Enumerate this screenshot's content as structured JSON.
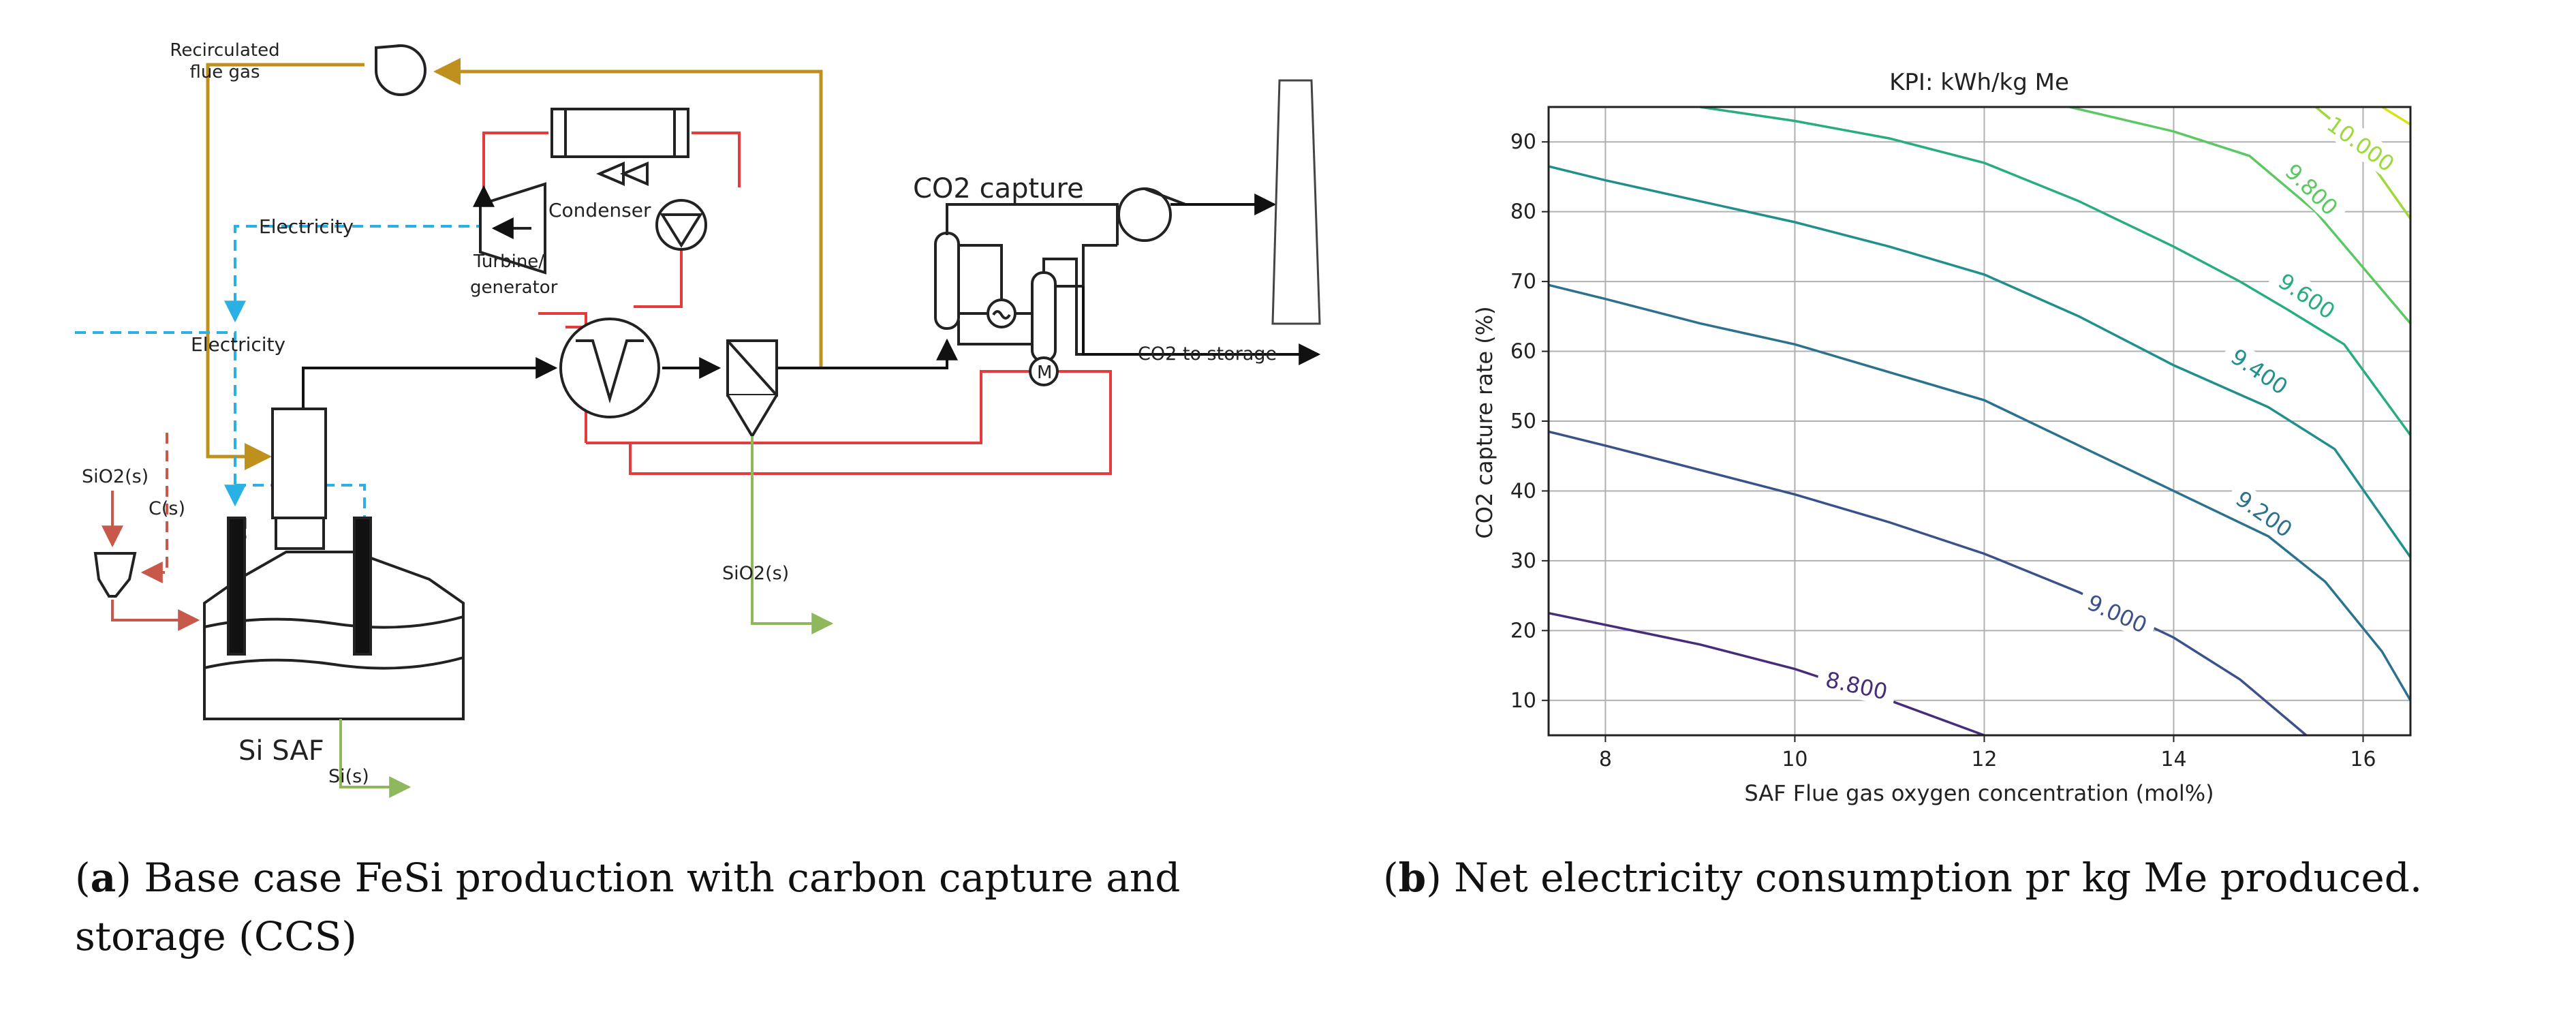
{
  "panel_a": {
    "labels": {
      "recirculated_flue_gas_line1": "Recirculated",
      "recirculated_flue_gas_line2": "flue gas",
      "electricity_top": "Electricity",
      "electricity_mid": "Electricity",
      "condenser": "Condenser",
      "turbine_line1": "Turbine/",
      "turbine_line2": "generator",
      "co2_capture": "CO2 capture",
      "co2_to_storage": "CO2 to storage",
      "sio2_feed": "SiO2(s)",
      "carbon_feed": "C(s)",
      "sio2_out": "SiO2(s)",
      "si_saf": "Si SAF",
      "si_out": "Si(s)"
    },
    "caption_letter": "a",
    "caption_text": "Base case FeSi production with carbon capture and storage (CCS)"
  },
  "panel_b": {
    "caption_letter": "b",
    "caption_text": "Net electricity consumption pr kg Me produced."
  },
  "chart_data": {
    "type": "contour",
    "title": "KPI: kWh/kg Me",
    "xlabel": "SAF Flue gas oxygen concentration (mol%)",
    "ylabel": "CO2 capture rate (%)",
    "xlim": [
      7.4,
      16.5
    ],
    "ylim": [
      5,
      95
    ],
    "x_ticks": [
      8,
      10,
      12,
      14,
      16
    ],
    "y_ticks": [
      10,
      20,
      30,
      40,
      50,
      60,
      70,
      80,
      90
    ],
    "grid": true,
    "contours": [
      {
        "level": "8.800",
        "color": "#472c7a",
        "points": [
          [
            7.4,
            22.5
          ],
          [
            9.0,
            18.0
          ],
          [
            10.0,
            14.5
          ],
          [
            11.0,
            10.0
          ],
          [
            12.0,
            5.0
          ]
        ]
      },
      {
        "level": "9.000",
        "color": "#3b518b",
        "points": [
          [
            7.4,
            48.5
          ],
          [
            8.0,
            46.5
          ],
          [
            9.0,
            43.0
          ],
          [
            10.0,
            39.5
          ],
          [
            11.0,
            35.5
          ],
          [
            12.0,
            31.0
          ],
          [
            13.0,
            25.5
          ],
          [
            14.0,
            19.0
          ],
          [
            14.7,
            13.0
          ],
          [
            15.4,
            5.0
          ]
        ]
      },
      {
        "level": "9.200",
        "color": "#2c728e",
        "points": [
          [
            7.4,
            69.5
          ],
          [
            8.0,
            67.5
          ],
          [
            9.0,
            64.0
          ],
          [
            10.0,
            61.0
          ],
          [
            11.0,
            57.0
          ],
          [
            12.0,
            53.0
          ],
          [
            13.0,
            46.5
          ],
          [
            14.0,
            40.0
          ],
          [
            15.0,
            33.5
          ],
          [
            15.6,
            27.0
          ],
          [
            16.2,
            17.0
          ],
          [
            16.5,
            10.0
          ]
        ]
      },
      {
        "level": "9.400",
        "color": "#21908d",
        "points": [
          [
            7.4,
            86.5
          ],
          [
            8.0,
            84.5
          ],
          [
            9.0,
            81.5
          ],
          [
            10.0,
            78.5
          ],
          [
            11.0,
            75.0
          ],
          [
            12.0,
            71.0
          ],
          [
            13.0,
            65.0
          ],
          [
            14.0,
            58.0
          ],
          [
            15.0,
            52.0
          ],
          [
            15.7,
            46.0
          ],
          [
            16.5,
            30.5
          ]
        ]
      },
      {
        "level": "9.600",
        "color": "#27ad81",
        "points": [
          [
            9.0,
            95.0
          ],
          [
            10.0,
            93.0
          ],
          [
            11.0,
            90.5
          ],
          [
            12.0,
            87.0
          ],
          [
            13.0,
            81.5
          ],
          [
            14.0,
            75.0
          ],
          [
            14.7,
            70.0
          ],
          [
            15.2,
            66.0
          ],
          [
            15.8,
            61.0
          ],
          [
            16.5,
            48.0
          ]
        ]
      },
      {
        "level": "9.800",
        "color": "#5cc863",
        "points": [
          [
            12.9,
            95.0
          ],
          [
            14.0,
            91.5
          ],
          [
            14.8,
            88.0
          ],
          [
            15.5,
            80.0
          ],
          [
            16.5,
            64.0
          ]
        ]
      },
      {
        "level": "10.000",
        "color": "#9dd93b",
        "points": [
          [
            15.5,
            95.0
          ],
          [
            15.9,
            90.5
          ],
          [
            16.5,
            79.0
          ]
        ]
      },
      {
        "level": "",
        "color": "#d7e219",
        "points": [
          [
            16.2,
            95.0
          ],
          [
            16.5,
            92.5
          ]
        ]
      }
    ],
    "contour_labels": [
      {
        "text": "8.800",
        "x": 10.65,
        "y": 12.0,
        "angle": 12,
        "color": "#472c7a"
      },
      {
        "text": "9.000",
        "x": 13.4,
        "y": 22.3,
        "angle": 24,
        "color": "#3b518b"
      },
      {
        "text": "9.200",
        "x": 14.95,
        "y": 36.6,
        "angle": 35,
        "color": "#2c728e"
      },
      {
        "text": "9.400",
        "x": 14.9,
        "y": 57.0,
        "angle": 34,
        "color": "#21908d"
      },
      {
        "text": "9.600",
        "x": 15.4,
        "y": 67.8,
        "angle": 34,
        "color": "#27ad81"
      },
      {
        "text": "9.800",
        "x": 15.45,
        "y": 83.1,
        "angle": 44,
        "color": "#5cc863"
      },
      {
        "text": "10.000",
        "x": 15.97,
        "y": 89.6,
        "angle": 36,
        "color": "#9dd93b"
      }
    ]
  }
}
